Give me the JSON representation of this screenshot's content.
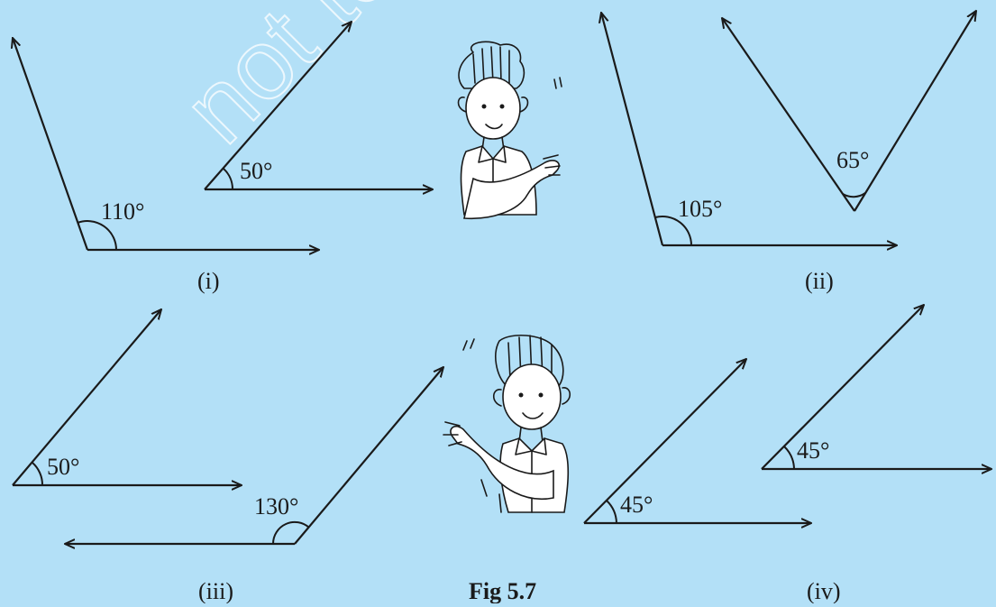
{
  "figure": {
    "caption": "Fig 5.7",
    "watermark": "not to",
    "parts": [
      {
        "label": "(i)",
        "angles": [
          "110°",
          "50°"
        ]
      },
      {
        "label": "(ii)",
        "angles": [
          "105°",
          "65°"
        ]
      },
      {
        "label": "(iii)",
        "angles": [
          "50°",
          "130°"
        ]
      },
      {
        "label": "(iv)",
        "angles": [
          "45°",
          "45°"
        ]
      }
    ]
  },
  "colors": {
    "background": "#b3e0f7",
    "ink": "#1a1a1a"
  },
  "icons": [
    "girl-pointing-right-illustration",
    "girl-pointing-left-illustration"
  ]
}
